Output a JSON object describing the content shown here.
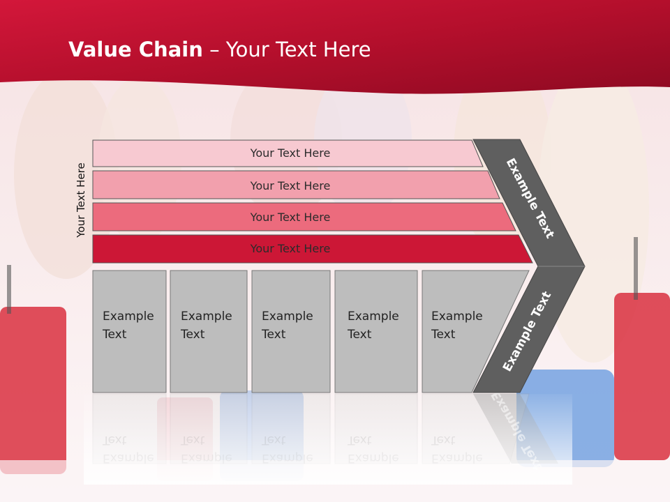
{
  "title": {
    "bold": "Value Chain",
    "rest": " – Your Text Here"
  },
  "side_label": "Your Text Here",
  "bands": [
    {
      "label": "Your Text Here",
      "color": "#f7c9d1"
    },
    {
      "label": "Your Text Here",
      "color": "#f2a0ad"
    },
    {
      "label": "Your Text Here",
      "color": "#ec6b7d"
    },
    {
      "label": "Your Text Here",
      "color": "#cc1736"
    }
  ],
  "boxes": [
    {
      "line1": "Example",
      "line2": "Text"
    },
    {
      "line1": "Example",
      "line2": "Text"
    },
    {
      "line1": "Example",
      "line2": "Text"
    },
    {
      "line1": "Example",
      "line2": "Text"
    },
    {
      "line1": "Example",
      "line2": "Text"
    }
  ],
  "chevron_upper": "Example Text",
  "chevron_lower": "Example Text",
  "colors": {
    "banner": "#b8102e",
    "box": "#bdbdbd",
    "chevron": "#5f5f5f"
  }
}
